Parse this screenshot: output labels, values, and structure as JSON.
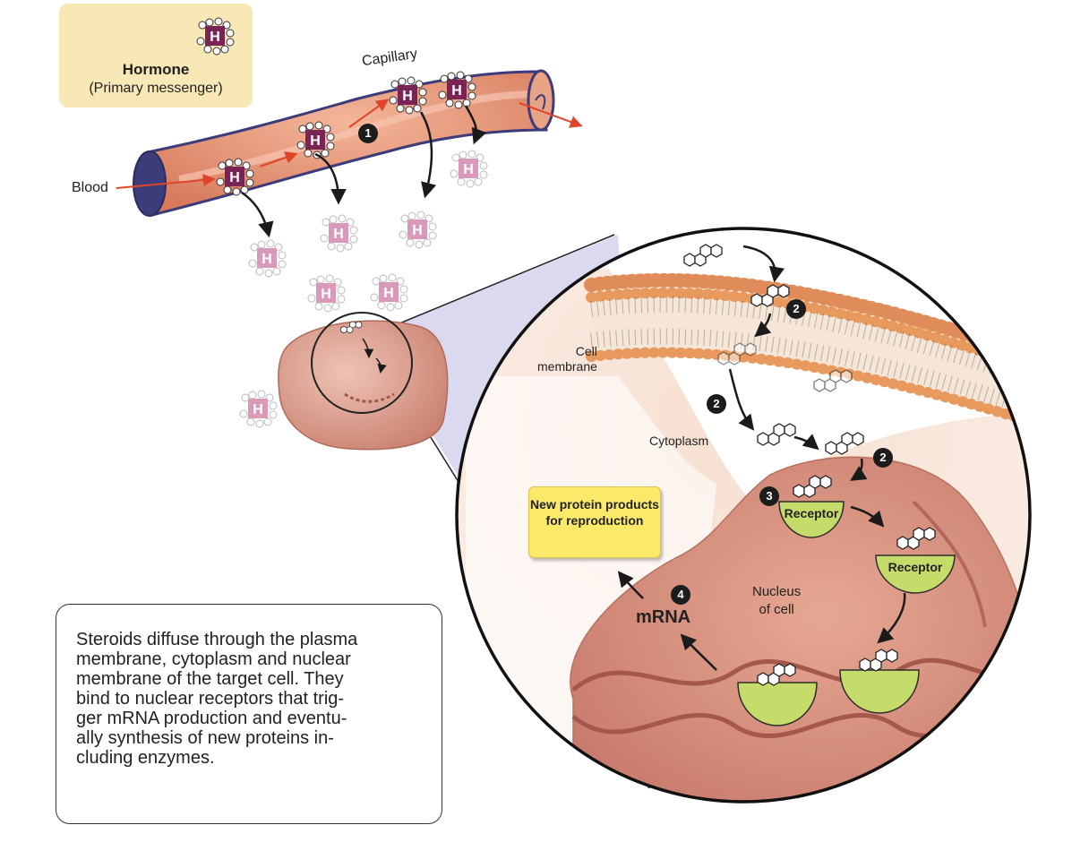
{
  "legend": {
    "hormone_symbol": "H",
    "title": "Hormone",
    "subtitle": "(Primary messenger)"
  },
  "labels": {
    "capillary": "Capillary",
    "blood": "Blood",
    "cell_membrane": "Cell\nmembrane",
    "cytoplasm": "Cytoplasm",
    "nucleus": "Nucleus\nof cell",
    "receptor": "Receptor",
    "mrna": "mRNA",
    "products": "New protein\nproducts for\nreproduction"
  },
  "steps": [
    "1",
    "2",
    "3",
    "4"
  ],
  "caption": "Steroids diffuse through the plasma\nmembrane, cytoplasm and nuclear\nmembrane of the target cell.  They\nbind to nuclear receptors that trig-\nger mRNA production and eventu-\nally synthesis of new proteins in-\ncluding enzymes.",
  "colors": {
    "capillary": "#e38d6f",
    "capillary_inner": "#3c3c7a",
    "hormone_dark": "#7a2456",
    "hormone_light": "#d89ab8",
    "cell": "#d48a78",
    "receptor": "#c6dc6a",
    "legend_bg": "#f8e8b6",
    "product_bg": "#fbe96a",
    "arrow_red": "#e0452a"
  }
}
